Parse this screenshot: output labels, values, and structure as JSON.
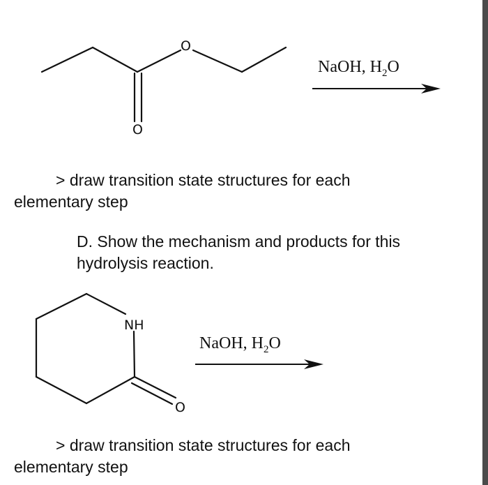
{
  "reaction1": {
    "atoms": {
      "ester_oxygen": "O",
      "carbonyl_oxygen": "O"
    },
    "reagent": {
      "main": "NaOH, H",
      "subscript": "2",
      "suffix": "O"
    }
  },
  "instruction1": {
    "line1": "> draw transition state structures for each",
    "line2": "elementary step"
  },
  "question_d": {
    "line1": "D. Show the mechanism and products for this",
    "line2": "hydrolysis reaction."
  },
  "reaction2": {
    "atoms": {
      "ring_nitrogen": "NH",
      "carbonyl_oxygen": "O"
    },
    "reagent": {
      "main": "NaOH, H",
      "subscript": "2",
      "suffix": "O"
    }
  },
  "instruction2": {
    "line1": "> draw transition state structures for each",
    "line2": "elementary step"
  }
}
